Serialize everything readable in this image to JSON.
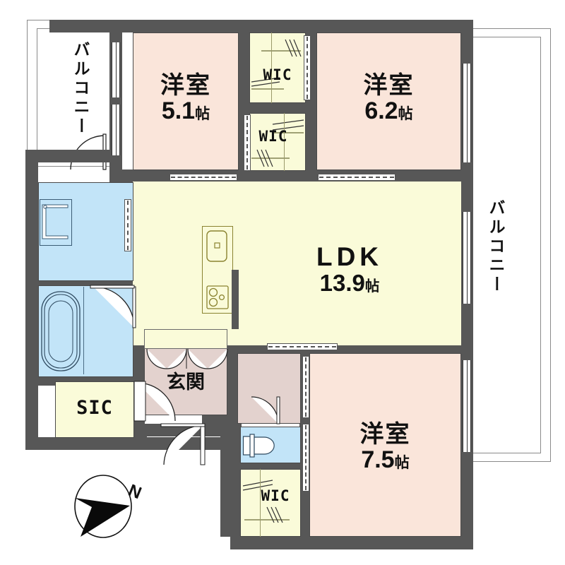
{
  "plan": {
    "title": "間取り図",
    "type": "floor-plan",
    "compass": {
      "label": "N",
      "orientation": "arrow-pointing-right"
    }
  },
  "rooms": [
    {
      "id": "bedroom_51",
      "name": "洋室",
      "size": "5.1",
      "unit": "帖",
      "kind": "bedroom"
    },
    {
      "id": "bedroom_62",
      "name": "洋室",
      "size": "6.2",
      "unit": "帖",
      "kind": "bedroom"
    },
    {
      "id": "bedroom_75",
      "name": "洋室",
      "size": "7.5",
      "unit": "帖",
      "kind": "bedroom"
    },
    {
      "id": "ldk",
      "name": "LDK",
      "size": "13.9",
      "unit": "帖",
      "kind": "living-dining-kitchen"
    },
    {
      "id": "genkan",
      "name": "玄関",
      "size": "",
      "unit": "",
      "kind": "entrance"
    },
    {
      "id": "sic",
      "name": "SIC",
      "size": "",
      "unit": "",
      "kind": "shoes-in-closet"
    },
    {
      "id": "wic_top",
      "name": "WIC",
      "size": "",
      "unit": "",
      "kind": "walk-in-closet"
    },
    {
      "id": "wic_mid",
      "name": "WIC",
      "size": "",
      "unit": "",
      "kind": "walk-in-closet"
    },
    {
      "id": "wic_bottom",
      "name": "WIC",
      "size": "",
      "unit": "",
      "kind": "walk-in-closet"
    },
    {
      "id": "balcony_left",
      "name": "バルコニー",
      "size": "",
      "unit": "",
      "kind": "balcony"
    },
    {
      "id": "balcony_right",
      "name": "バルコニー",
      "size": "",
      "unit": "",
      "kind": "balcony"
    }
  ],
  "labels": {
    "bedroom_51_name": "洋室",
    "bedroom_51_size": "5.1",
    "bedroom_62_name": "洋室",
    "bedroom_62_size": "6.2",
    "bedroom_75_name": "洋室",
    "bedroom_75_size": "7.5",
    "ldk_name": "LDK",
    "ldk_size": "13.9",
    "tatami_unit": "帖",
    "genkan": "玄関",
    "sic": "SIC",
    "wic_top": "WIC",
    "wic_mid": "WIC",
    "wic_bottom": "WIC",
    "balcony_left": "バルコニー",
    "balcony_right": "バルコニー",
    "compass_north": "N"
  },
  "fixtures": [
    {
      "id": "kitchen-sink",
      "label": "sink"
    },
    {
      "id": "kitchen-stove",
      "label": "stove-3-burner"
    },
    {
      "id": "bathtub",
      "label": "bathtub"
    },
    {
      "id": "washbasin",
      "label": "vanity-washbasin"
    },
    {
      "id": "toilet",
      "label": "toilet"
    }
  ],
  "colors": {
    "bedroom": "#FAE5DA",
    "ldk": "#FAFBD9",
    "closet": "#FAFBD9",
    "wet_area": "#C2E4F8",
    "entrance": "#E3D2CE",
    "wall": "#575757",
    "balcony": "#FFFFFF",
    "text": "#111111"
  }
}
